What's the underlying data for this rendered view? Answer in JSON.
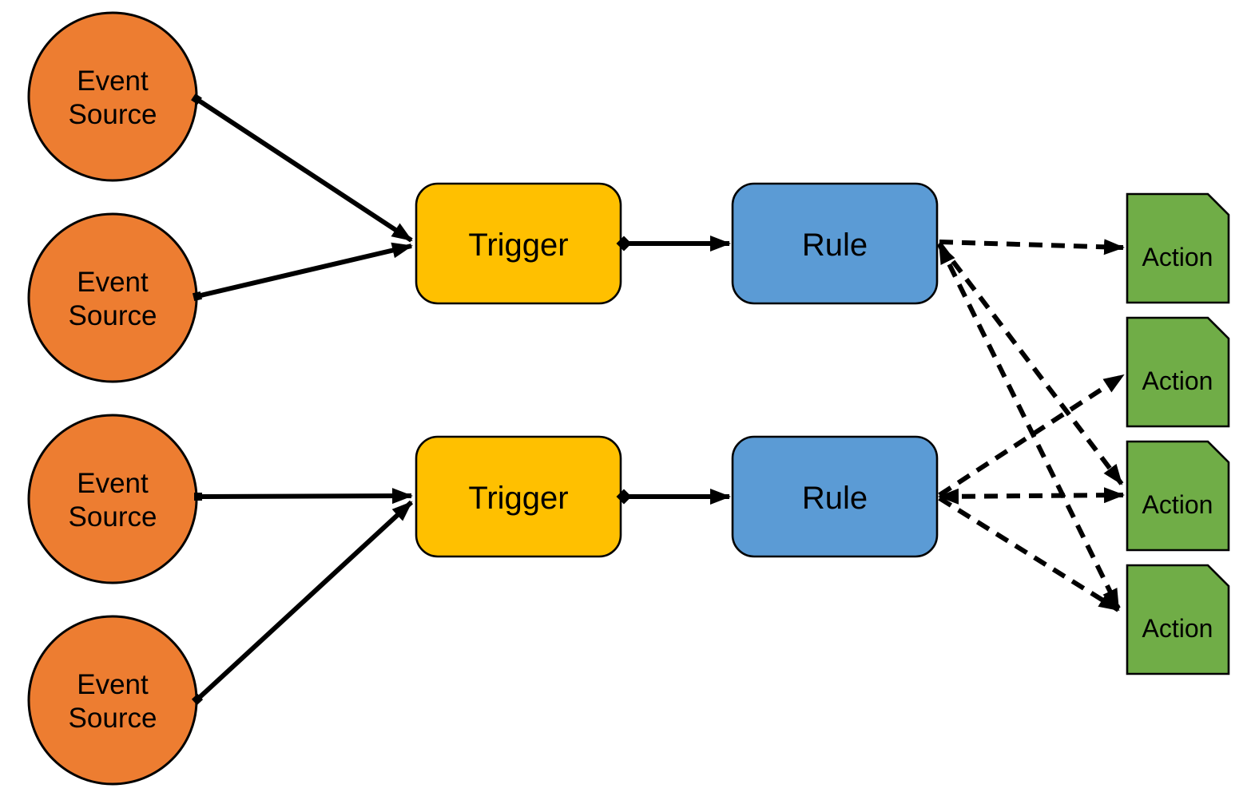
{
  "diagram": {
    "name": "event-trigger-rule-action-flow",
    "colors": {
      "event_source": "#ED7D31",
      "trigger": "#FFC000",
      "rule": "#5B9BD5",
      "action": "#70AD47",
      "connector": "#000000",
      "background": "#FFFFFF"
    },
    "nodes": {
      "event_sources": [
        {
          "label_line1": "Event",
          "label_line2": "Source"
        },
        {
          "label_line1": "Event",
          "label_line2": "Source"
        },
        {
          "label_line1": "Event",
          "label_line2": "Source"
        },
        {
          "label_line1": "Event",
          "label_line2": "Source"
        }
      ],
      "triggers": [
        {
          "label": "Trigger"
        },
        {
          "label": "Trigger"
        }
      ],
      "rules": [
        {
          "label": "Rule"
        },
        {
          "label": "Rule"
        }
      ],
      "actions": [
        {
          "label": "Action"
        },
        {
          "label": "Action"
        },
        {
          "label": "Action"
        },
        {
          "label": "Action"
        }
      ]
    },
    "edges": [
      {
        "from": "event-source-1",
        "to": "trigger-1",
        "style": "solid"
      },
      {
        "from": "event-source-2",
        "to": "trigger-1",
        "style": "solid"
      },
      {
        "from": "event-source-3",
        "to": "trigger-2",
        "style": "solid"
      },
      {
        "from": "event-source-4",
        "to": "trigger-2",
        "style": "solid"
      },
      {
        "from": "trigger-1",
        "to": "rule-1",
        "style": "solid"
      },
      {
        "from": "trigger-2",
        "to": "rule-2",
        "style": "solid"
      },
      {
        "from": "rule-1",
        "to": "action-1",
        "style": "dashed"
      },
      {
        "from": "rule-1",
        "to": "action-3",
        "style": "dashed"
      },
      {
        "from": "rule-1",
        "to": "action-4",
        "style": "dashed"
      },
      {
        "from": "rule-2",
        "to": "action-2",
        "style": "dashed"
      },
      {
        "from": "rule-2",
        "to": "action-3",
        "style": "dashed"
      },
      {
        "from": "rule-2",
        "to": "action-4",
        "style": "dashed"
      }
    ]
  }
}
